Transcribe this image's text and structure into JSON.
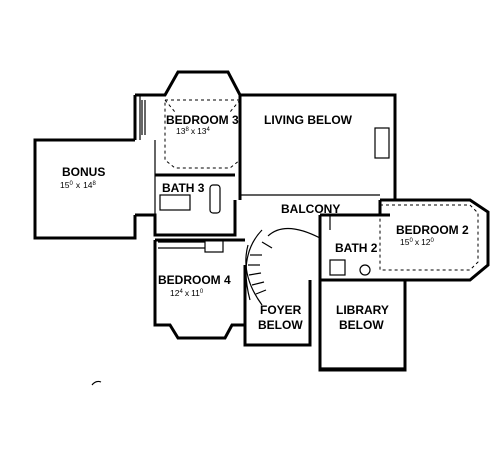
{
  "plan": {
    "rooms": [
      {
        "name": "BEDROOM 3",
        "w_ft": "13",
        "w_in": "8",
        "d_ft": "13",
        "d_in": "4"
      },
      {
        "name": "LIVING BELOW"
      },
      {
        "name": "BONUS",
        "w_ft": "15",
        "w_in": "0",
        "d_ft": "14",
        "d_in": "8"
      },
      {
        "name": "BATH 3"
      },
      {
        "name": "BALCONY"
      },
      {
        "name": "BEDROOM 2",
        "w_ft": "15",
        "w_in": "0",
        "d_ft": "12",
        "d_in": "0"
      },
      {
        "name": "BATH 2"
      },
      {
        "name": "BEDROOM 4",
        "w_ft": "12",
        "w_in": "4",
        "d_ft": "11",
        "d_in": "0"
      },
      {
        "name": "FOYER",
        "line2": "BELOW"
      },
      {
        "name": "LIBRARY",
        "line2": "BELOW"
      }
    ],
    "dim_separator": "x"
  }
}
